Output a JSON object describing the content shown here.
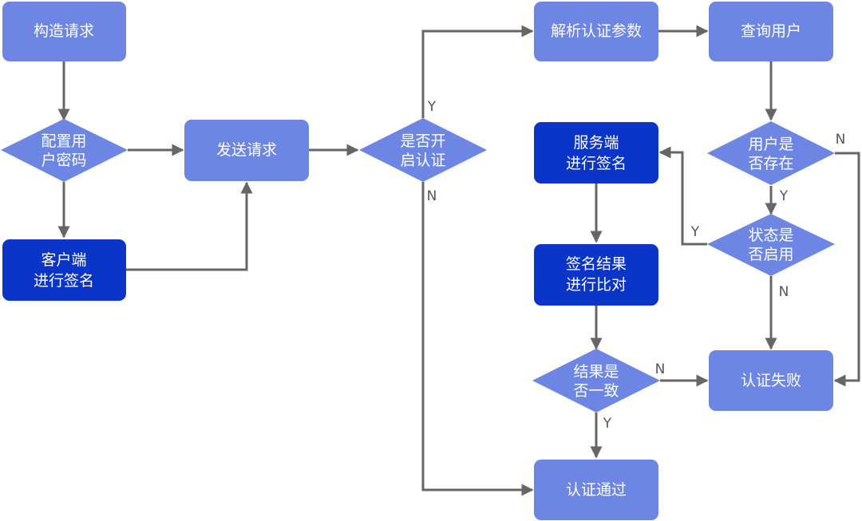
{
  "colors": {
    "light_node": "#6d85e3",
    "dark_node": "#0b34c8",
    "edge": "#666666",
    "edge_label": "#555555"
  },
  "nodes": {
    "build_request": {
      "lines": [
        "构造请求"
      ]
    },
    "config_credentials": {
      "lines": [
        "配置用",
        "户密码"
      ]
    },
    "client_sign": {
      "lines": [
        "客户端",
        "进行签名"
      ]
    },
    "send_request": {
      "lines": [
        "发送请求"
      ]
    },
    "auth_enabled": {
      "lines": [
        "是否开",
        "启认证"
      ]
    },
    "parse_params": {
      "lines": [
        "解析认证参数"
      ]
    },
    "query_user": {
      "lines": [
        "查询用户"
      ]
    },
    "user_exists": {
      "lines": [
        "用户是",
        "否存在"
      ]
    },
    "status_enabled": {
      "lines": [
        "状态是",
        "否启用"
      ]
    },
    "server_sign": {
      "lines": [
        "服务端",
        "进行签名"
      ]
    },
    "compare_sign": {
      "lines": [
        "签名结果",
        "进行比对"
      ]
    },
    "result_match": {
      "lines": [
        "结果是",
        "否一致"
      ]
    },
    "auth_fail": {
      "lines": [
        "认证失败"
      ]
    },
    "auth_pass": {
      "lines": [
        "认证通过"
      ]
    }
  },
  "edge_labels": {
    "auth_yes": "Y",
    "auth_no": "N",
    "exists_no": "N",
    "exists_yes": "Y",
    "status_yes": "Y",
    "status_no": "N",
    "match_no": "N",
    "match_yes": "Y"
  }
}
